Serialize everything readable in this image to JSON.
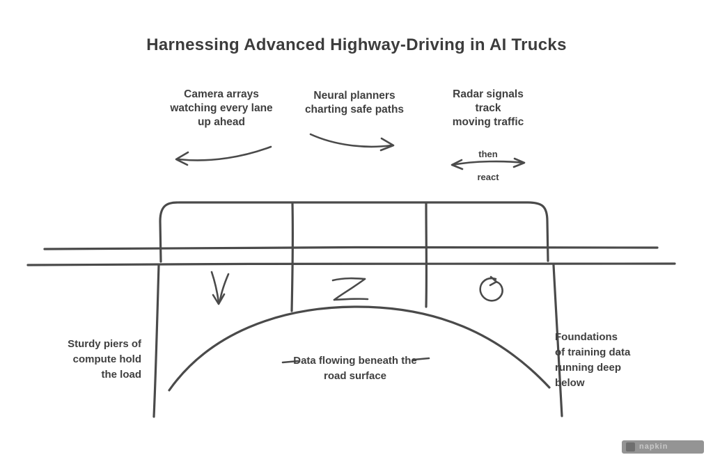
{
  "title": "Harnessing Advanced Highway-Driving in AI Trucks",
  "colors": {
    "ink": "#4a4a4a",
    "text": "#3f3f3f",
    "background": "#ffffff",
    "watermark_bg": "#949494",
    "watermark_text": "#c9c9c9"
  },
  "top_labels": [
    {
      "lines": [
        "Camera arrays",
        "watching every lane",
        "up ahead"
      ]
    },
    {
      "lines": [
        "Neural planners",
        "charting safe paths"
      ]
    },
    {
      "lines": [
        "Radar signals",
        "track",
        "moving traffic"
      ],
      "sub_lines": [
        "then",
        "react"
      ]
    }
  ],
  "icons": [
    "curved-arrow-left-icon",
    "curved-arrow-right-icon",
    "double-arrow-icon",
    "down-arrow-sketch-icon",
    "zigzag-sketch-icon",
    "loop-arrow-sketch-icon"
  ],
  "bridge": {
    "deck_sections": 3,
    "parts": [
      "deck",
      "deck-divider",
      "deck-divider",
      "pier-left",
      "pier-right",
      "arch",
      "ground-line-upper",
      "ground-line-lower"
    ]
  },
  "bottom_labels": {
    "left": {
      "lines": [
        "Sturdy piers of",
        "compute hold",
        "the load"
      ]
    },
    "center": {
      "lines": [
        "Data flowing beneath the",
        "road surface"
      ]
    },
    "right": {
      "lines": [
        "Foundations",
        "of training data",
        "running deep",
        "below"
      ]
    }
  },
  "watermark": {
    "label": "napkin"
  }
}
